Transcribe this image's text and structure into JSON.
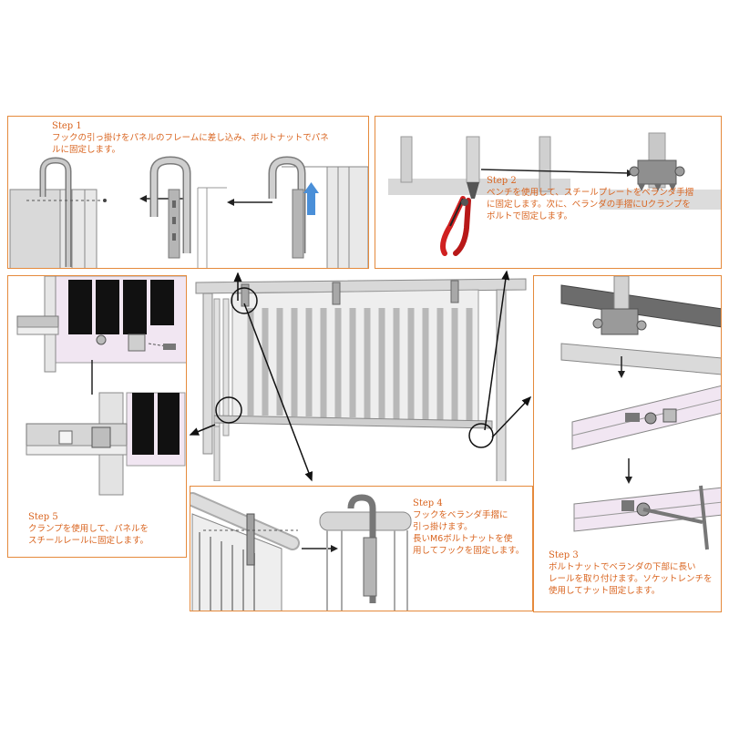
{
  "steps": {
    "step1": {
      "title": "Step 1",
      "line1": "フックの引っ掛けをパネルのフレームに差し込み、ボルトナットでパネ",
      "line2": "ルに固定します。"
    },
    "step2": {
      "title": "Step 2",
      "line1": "ペンチを使用して、スチールプレートをベランダ手摺",
      "line2": "に固定します。次に、ベランダの手摺にUクランプを",
      "line3": "ボルトで固定します。"
    },
    "step3": {
      "title": "Step 3",
      "line1": "ボルトナットでベランダの下部に長い",
      "line2": "レールを取り付けます。ソケットレンチを",
      "line3": "使用してナット固定します。"
    },
    "step4": {
      "title": "Step 4",
      "line1": "フックをベランダ手摺に",
      "line2": "引っ掛けます。",
      "line3": "長いM6ボルトナットを使",
      "line4": "用してフックを固定します。"
    },
    "step5": {
      "title": "Step 5",
      "line1": "クランプを使用して、パネルを",
      "line2": "スチールレールに固定します。"
    }
  },
  "colors": {
    "border": "#e58a3c",
    "text": "#d9641f",
    "arrow_blue": "#4a8fd8",
    "panel_pink": "#f1e6f2"
  }
}
